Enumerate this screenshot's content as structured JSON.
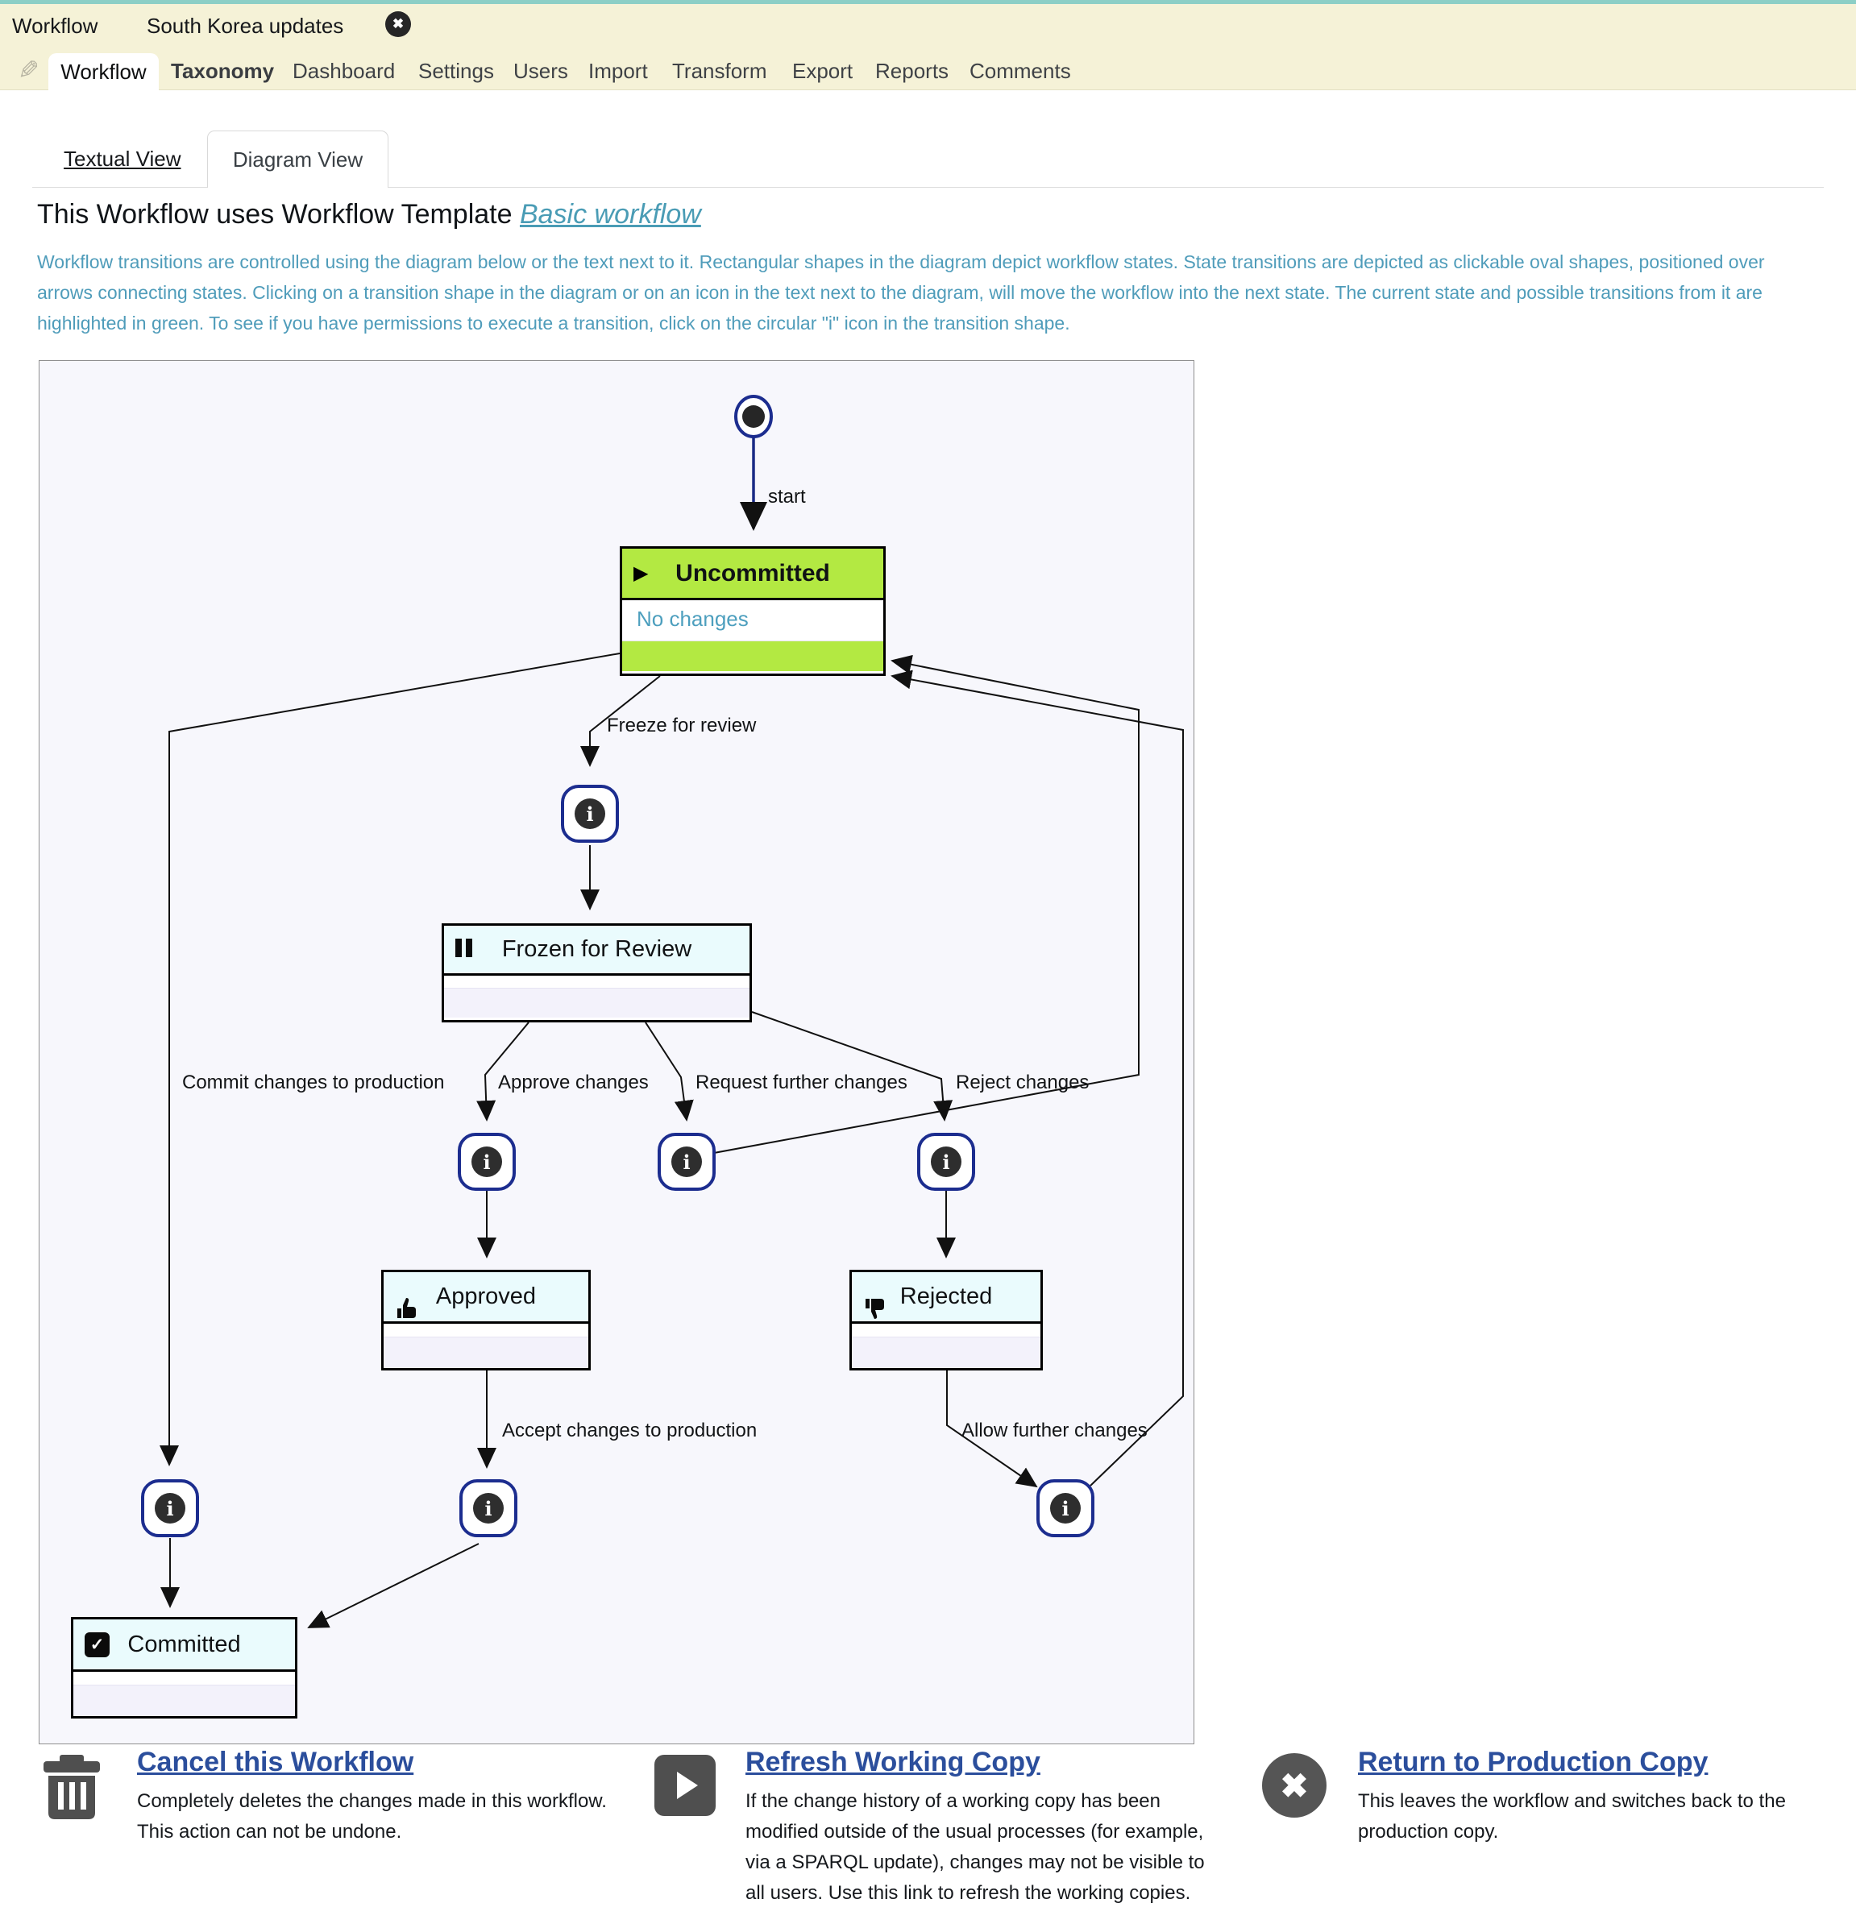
{
  "titlebar": {
    "app_label": "Workflow",
    "workflow_name": "South Korea updates",
    "close_glyph": "✖"
  },
  "tabs": [
    "Workflow",
    "Taxonomy",
    "Dashboard",
    "Settings",
    "Users",
    "Import",
    "Transform",
    "Export",
    "Reports",
    "Comments"
  ],
  "view_tabs": {
    "textual": "Textual View",
    "diagram": "Diagram View"
  },
  "heading": {
    "prefix": "This Workflow uses Workflow Template ",
    "template_link": "Basic workflow"
  },
  "intro": "Workflow transitions are controlled using the diagram below or the text next to it. Rectangular shapes in the diagram depict workflow states. State transitions are depicted as clickable oval shapes, positioned over arrows connecting states. Clicking on a transition shape in the diagram or on an icon in the text next to the diagram, will move the workflow into the next state. The current state and possible transitions from it are highlighted in green. To see if you have permissions to execute a transition, click on the circular \"i\" icon in the transition shape.",
  "diagram": {
    "start_label": "start",
    "states": {
      "uncommitted": {
        "name": "Uncommitted",
        "link": "No changes"
      },
      "frozen": {
        "name": "Frozen for Review"
      },
      "approved": {
        "name": "Approved"
      },
      "rejected": {
        "name": "Rejected"
      },
      "committed": {
        "name": "Committed"
      }
    },
    "transitions": {
      "freeze": "Freeze for review",
      "commit": "Commit changes to production",
      "approve": "Approve changes",
      "request": "Request further changes",
      "reject": "Reject changes",
      "accept": "Accept changes to production",
      "allow": "Allow further changes"
    },
    "info_glyph": "i"
  },
  "actions": [
    {
      "title": "Cancel this Workflow",
      "desc": "Completely deletes the changes made in this workflow. This action can not be undone."
    },
    {
      "title": "Refresh Working Copy",
      "desc": "If the change history of a working copy has been modified outside of the usual processes (for example, via a SPARQL update), changes may not be visible to all users. Use this link to refresh the working copies."
    },
    {
      "title": "Return to Production Copy",
      "desc": "This leaves the workflow and switches back to the production copy."
    }
  ],
  "colors": {
    "top_stripe": "#8ccfc6",
    "bar_bg": "#f5f2d7",
    "active_state_green": "#b3e942",
    "state_cyan": "#eafbfd",
    "state_strip": "#f3f2fb",
    "diagram_bg": "#f7f7fc",
    "oval_border_navy": "#1c2d8f",
    "intro_teal": "#4f9cba",
    "action_link_blue": "#2b4e9c"
  }
}
